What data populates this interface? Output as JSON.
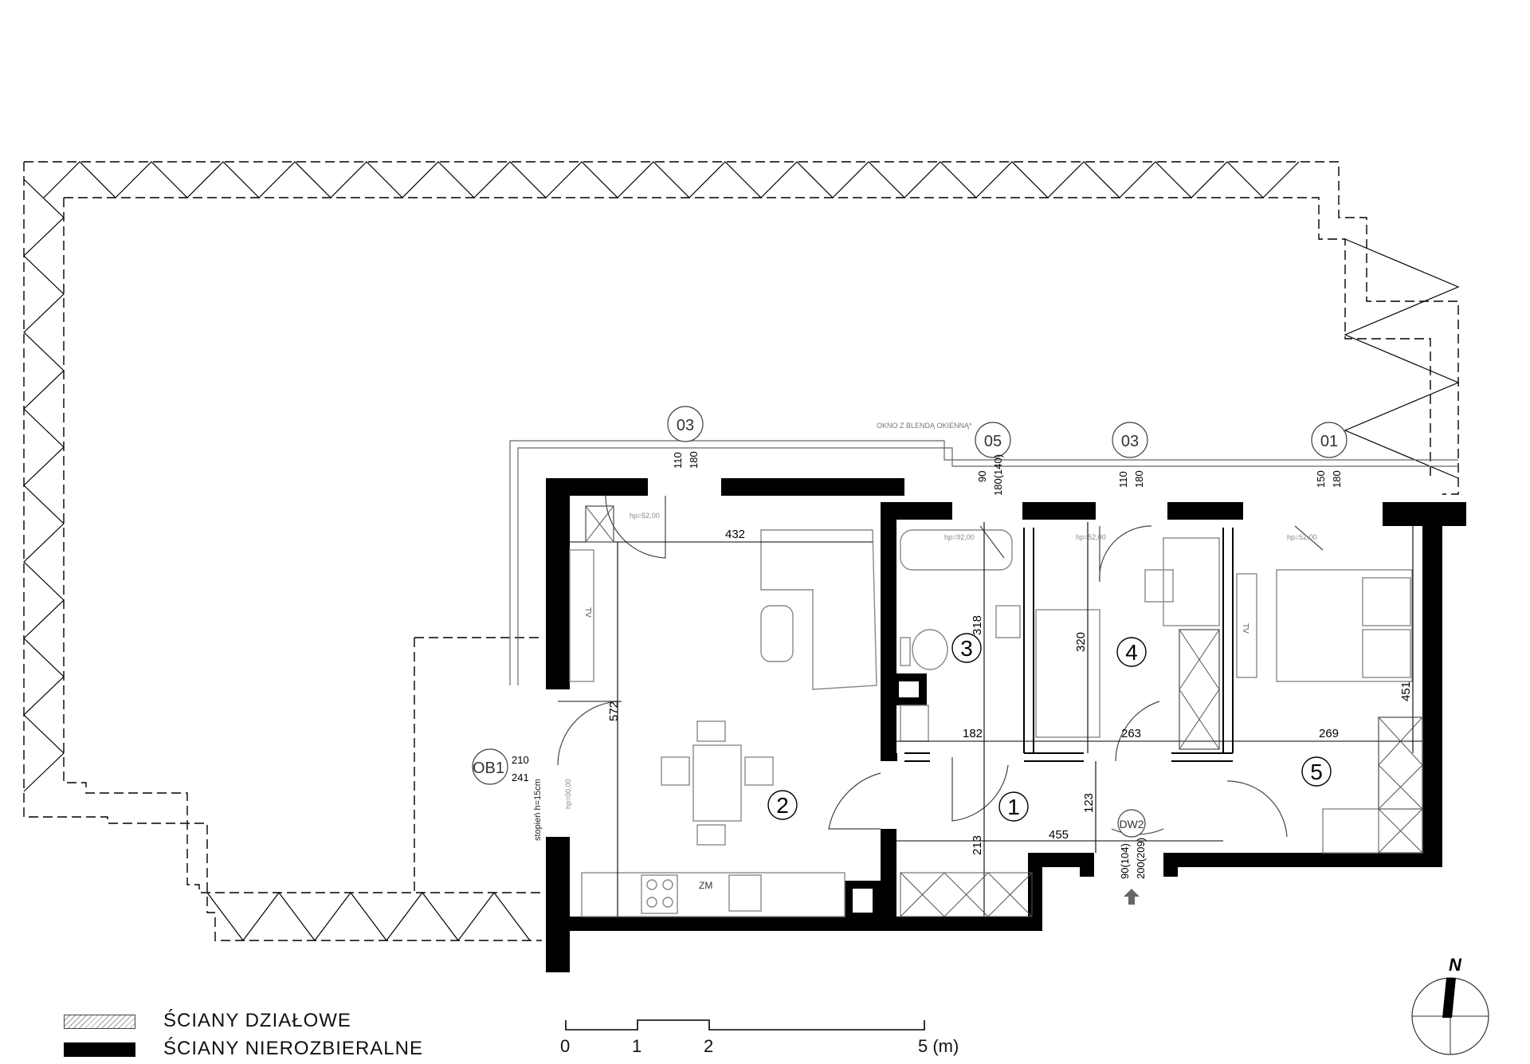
{
  "rooms": [
    {
      "number": "1"
    },
    {
      "number": "2"
    },
    {
      "number": "3"
    },
    {
      "number": "4"
    },
    {
      "number": "5"
    }
  ],
  "window_tags": {
    "top_left": "03",
    "bathroom": "05",
    "room4": "03",
    "room5": "01",
    "balcony": "OB1"
  },
  "door_tag": "DW2",
  "window_dims": {
    "w1a": "110",
    "w1b": "180",
    "w2a": "90",
    "w2b": "180(140)",
    "w3a": "110",
    "w3b": "180",
    "w4a": "150",
    "w4b": "180",
    "door_a": "90(104)",
    "door_b": "200(209)",
    "balcony_a": "210",
    "balcony_b": "241"
  },
  "dimensions": {
    "d432": "432",
    "d572": "572",
    "d318": "318",
    "d320": "320",
    "d451": "451",
    "d182": "182",
    "d263": "263",
    "d269": "269",
    "d213": "213",
    "d455": "455",
    "d123": "123"
  },
  "small_labels": {
    "tv1": "TV",
    "tv2": "TV",
    "zm": "ZM",
    "stopien": "stopień h=15cm",
    "okno": "OKNO Z BLENDĄ OKIENNĄ*",
    "hp1": "hp=52,00",
    "hp2": "hp=92,00",
    "hp3": "hp=52,00",
    "hp4": "hp=52,00",
    "hp5": "hp=00,00"
  },
  "north": "N",
  "legend": {
    "partition_walls": "ŚCIANY DZIAŁOWE",
    "structural_walls": "ŚCIANY NIEROZBIERALNE"
  },
  "scale": {
    "t0": "0",
    "t1": "1",
    "t2": "2",
    "t5": "5 (m)"
  }
}
